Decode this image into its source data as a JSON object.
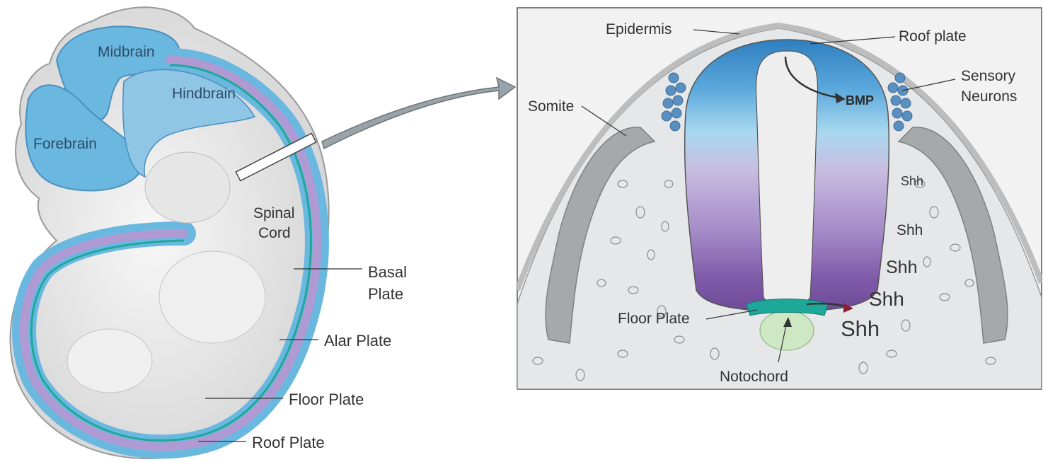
{
  "embryo_labels": {
    "midbrain": "Midbrain",
    "hindbrain": "Hindbrain",
    "forebrain": "Forebrain",
    "spinal_cord_1": "Spinal",
    "spinal_cord_2": "Cord",
    "basal_plate_1": "Basal",
    "basal_plate_2": "Plate",
    "alar_plate": "Alar Plate",
    "floor_plate": "Floor Plate",
    "roof_plate": "Roof Plate"
  },
  "section_labels": {
    "epidermis": "Epidermis",
    "roof_plate": "Roof plate",
    "sensory_1": "Sensory",
    "sensory_2": "Neurons",
    "somite": "Somite",
    "bmp": "BMP",
    "shh_1": "Shh",
    "shh_2": "Shh",
    "shh_3": "Shh",
    "shh_4": "Shh",
    "shh_5": "Shh",
    "floor_plate": "Floor Plate",
    "notochord": "Notochord"
  },
  "colors": {
    "neural_blue": "#6ab8e0",
    "light_blue": "#a9dbf0",
    "lavender": "#c7b6de",
    "purple": "#9a7bc0",
    "teal": "#1ea89a",
    "notochord_green": "#cfe8c4",
    "tissue_gray": "#e6e7e8",
    "somite_gray": "#9b9c9e"
  }
}
